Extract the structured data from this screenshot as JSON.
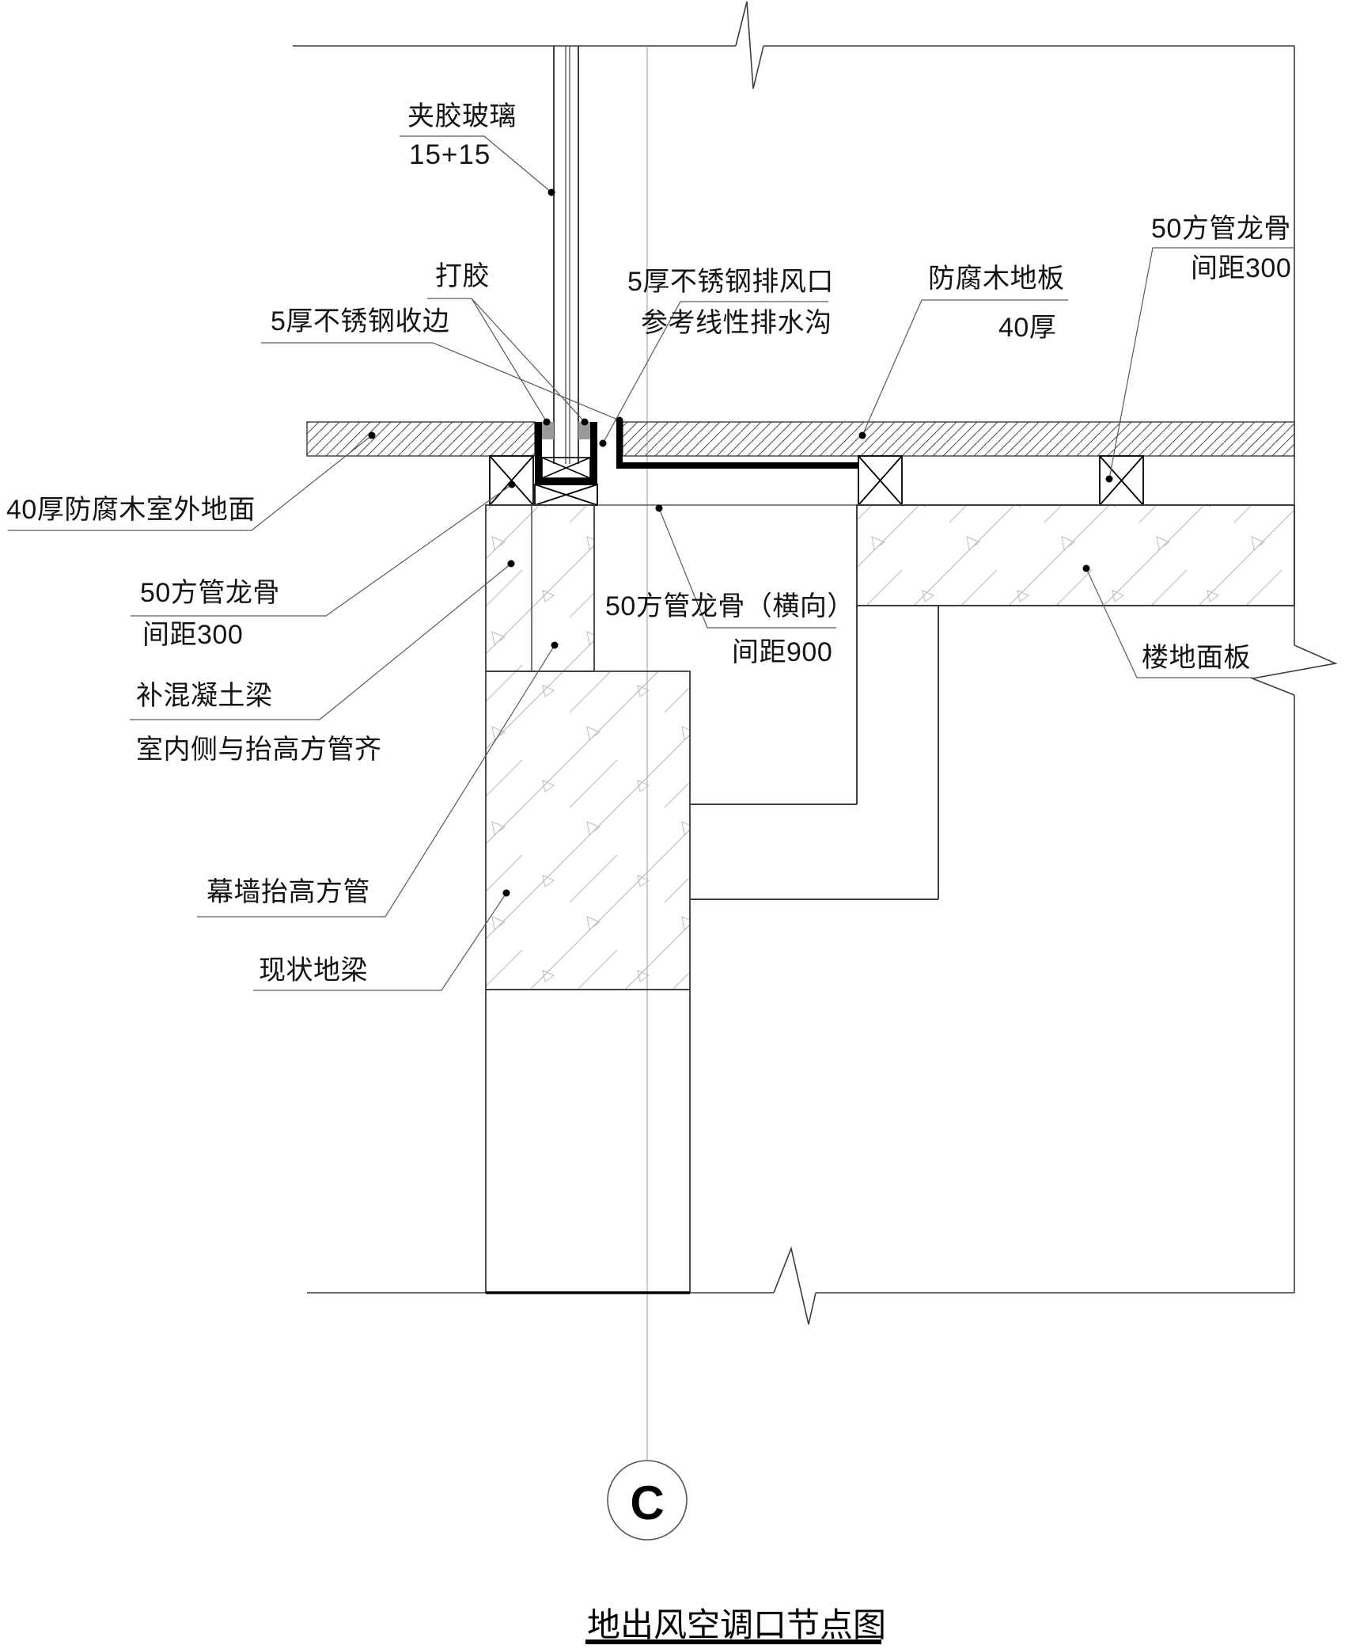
{
  "drawing": {
    "title": "地出风空调口节点图",
    "section_label": "C",
    "labels": {
      "laminated_glass_1": "夹胶玻璃",
      "laminated_glass_2": "15+15",
      "sealant": "打胶",
      "ss_edge_trim": "5厚不锈钢收边",
      "ss_vent_1": "5厚不锈钢排风口",
      "ss_vent_2": "参考线性排水沟",
      "wood_floor_1": "防腐木地板",
      "wood_floor_2": "40厚",
      "keel_top_right_1": "50方管龙骨",
      "keel_top_right_2": "间距300",
      "outdoor_floor": "40厚防腐木室外地面",
      "keel_left_1": "50方管龙骨",
      "keel_left_2": "间距300",
      "concrete_beam_1": "补混凝土梁",
      "concrete_beam_2": "室内侧与抬高方管齐",
      "raised_tube": "幕墙抬高方管",
      "existing_beam": "现状地梁",
      "keel_horizontal_1": "50方管龙骨（横向）",
      "keel_horizontal_2": "间距900",
      "floor_slab": "楼地面板"
    },
    "colors": {
      "line": "#3c3c3c",
      "thin_line": "#8f8f8f",
      "steel_black": "#000000",
      "sealant_gray": "#9a9a9a",
      "text": "#141414"
    }
  }
}
